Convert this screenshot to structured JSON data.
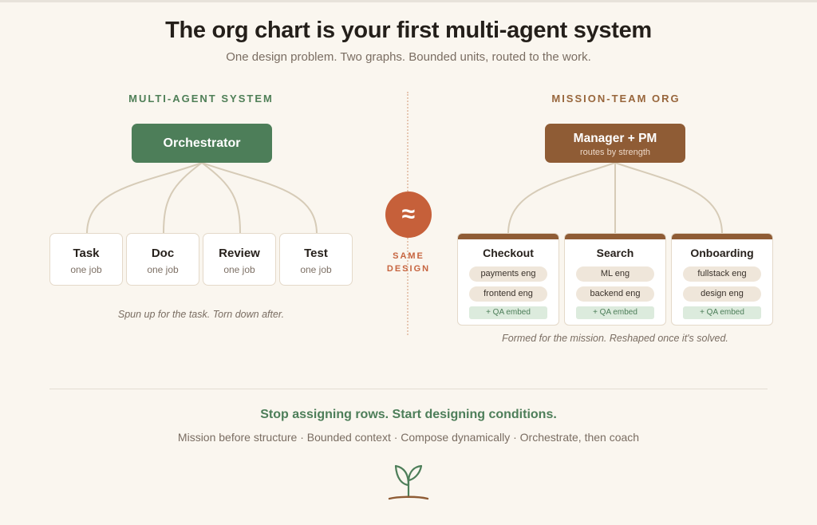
{
  "header": {
    "title": "The org chart is your first multi-agent system",
    "subtitle": "One design problem. Two graphs. Bounded units, routed to the work."
  },
  "left": {
    "label": "MULTI-AGENT SYSTEM",
    "root": "Orchestrator",
    "agents": [
      {
        "name": "Task",
        "job": "one job"
      },
      {
        "name": "Doc",
        "job": "one job"
      },
      {
        "name": "Review",
        "job": "one job"
      },
      {
        "name": "Test",
        "job": "one job"
      }
    ],
    "caption": "Spun up for the task. Torn down after."
  },
  "center": {
    "symbol": "≈",
    "line1": "SAME",
    "line2": "DESIGN"
  },
  "right": {
    "label": "MISSION-TEAM ORG",
    "root_title": "Manager + PM",
    "root_sub": "routes by strength",
    "teams": [
      {
        "name": "Checkout",
        "roles": [
          "payments eng",
          "frontend eng"
        ],
        "qa": "+ QA embed"
      },
      {
        "name": "Search",
        "roles": [
          "ML eng",
          "backend eng"
        ],
        "qa": "+ QA embed"
      },
      {
        "name": "Onboarding",
        "roles": [
          "fullstack eng",
          "design eng"
        ],
        "qa": "+ QA embed"
      }
    ],
    "caption": "Formed for the mission. Reshaped once it's solved."
  },
  "footer": {
    "cta": "Stop assigning rows. Start designing conditions.",
    "tags": "Mission before structure · Bounded context · Compose dynamically · Orchestrate, then coach",
    "icon": "sprout-icon"
  },
  "colors": {
    "background": "#faf6ef",
    "green": "#4d7e59",
    "brown": "#8f5c35",
    "accent": "#c6603a"
  }
}
